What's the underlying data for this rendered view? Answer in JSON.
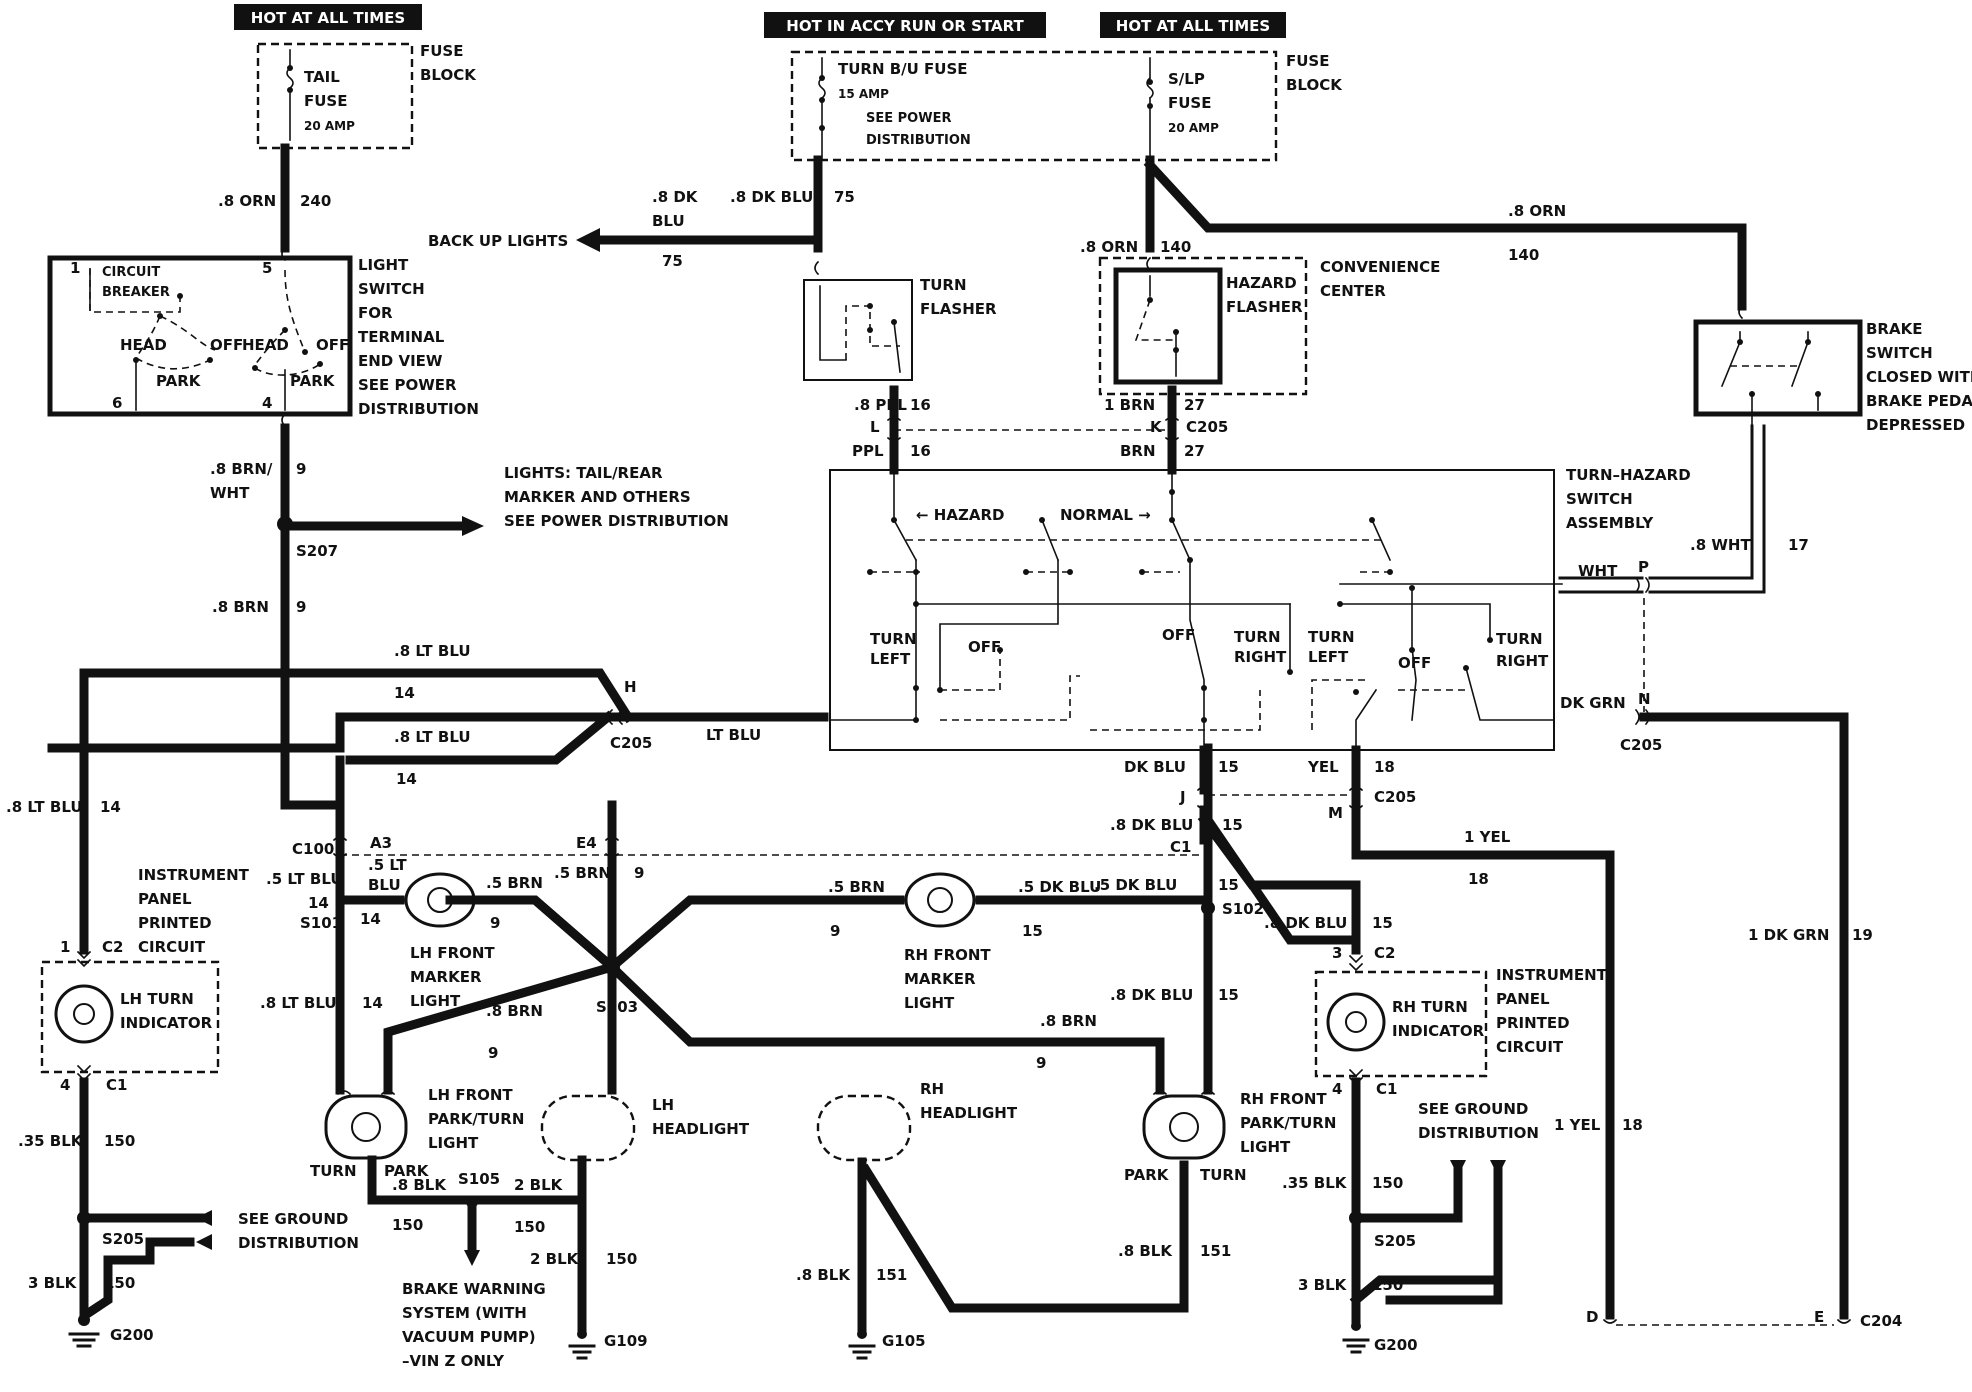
{
  "header_boxes": {
    "hot_left": "HOT AT ALL TIMES",
    "hot_accy": "HOT IN ACCY RUN OR START",
    "hot_right": "HOT AT ALL TIMES"
  },
  "fuse_block_left": {
    "title": [
      "FUSE",
      "BLOCK"
    ],
    "fuse": [
      "TAIL",
      "FUSE",
      "20 AMP"
    ]
  },
  "fuse_block_right": {
    "title": [
      "FUSE",
      "BLOCK"
    ],
    "turn_fuse": [
      "TURN B/U FUSE",
      "15 AMP"
    ],
    "see_power": [
      "SEE POWER",
      "DISTRIBUTION"
    ],
    "slp_fuse": [
      "S/LP",
      "FUSE",
      "20 AMP"
    ]
  },
  "light_switch": {
    "lines": [
      "LIGHT",
      "SWITCH",
      "FOR",
      "TERMINAL",
      "END VIEW",
      "SEE POWER",
      "DISTRIBUTION"
    ],
    "cb": [
      "CIRCUIT",
      "BREAKER"
    ],
    "left": [
      "HEAD",
      "PARK",
      "OFF"
    ],
    "right": [
      "HEAD",
      "OFF",
      "PARK"
    ],
    "pins": [
      "1",
      "5",
      "6",
      "4"
    ]
  },
  "turn_flasher": [
    "TURN",
    "FLASHER"
  ],
  "hazard_flasher": [
    "HAZARD",
    "FLASHER"
  ],
  "convenience_center": [
    "CONVENIENCE",
    "CENTER"
  ],
  "brake_switch": [
    "BRAKE",
    "SWITCH",
    "CLOSED WITH",
    "BRAKE PEDAL",
    "DEPRESSED"
  ],
  "backup_lights": "BACK UP LIGHTS",
  "lights_note": [
    "LIGHTS: TAIL/REAR",
    "MARKER AND OTHERS",
    "SEE POWER DISTRIBUTION"
  ],
  "turn_hazard": {
    "title": [
      "TURN–HAZARD",
      "SWITCH",
      "ASSEMBLY"
    ],
    "hazard": "← HAZARD",
    "normal": "NORMAL →",
    "turn_left_a": [
      "TURN",
      "LEFT"
    ],
    "off_a": "OFF",
    "off_b": "OFF",
    "turn_right_b": [
      "TURN",
      "RIGHT"
    ],
    "turn_left_c": [
      "TURN",
      "LEFT"
    ],
    "off_c": "OFF",
    "turn_right_c": [
      "TURN",
      "RIGHT"
    ]
  },
  "wires": {
    "w240_gauge": ".8 ORN",
    "w240_num": "240",
    "w9_gauge": [
      ".8 BRN/",
      "WHT"
    ],
    "w9_num": "9",
    "w9b_gauge": ".8 BRN",
    "w9b_num": "9",
    "w75a_gauge": [
      ".8 DK",
      "BLU"
    ],
    "w75b_gauge": ".8 DK BLU",
    "w75_num": "75",
    "w75_back": "75",
    "w140a_gauge": ".8 ORN",
    "w140a_num": "140",
    "w140b_gauge": ".8 ORN",
    "w140b_num": "140",
    "w16a_gauge": ".8 PPL",
    "w16a_num": "16",
    "w16b_gauge": "PPL",
    "w16b_num": "16",
    "w27a_gauge": "1 BRN",
    "w27a_num": "27",
    "w27b_gauge": "BRN",
    "w27b_num": "27",
    "w17_gauge": ".8 WHT",
    "w17_num": "17",
    "wht": "WHT",
    "w14a_gauge": ".8 LT BLU",
    "w14a_num": "14",
    "w14b_gauge": ".8 LT BLU",
    "w14b_num": "14",
    "lt_blu": "LT BLU",
    "w14c_gauge": ".8 LT BLU",
    "w14c_num": "14",
    "w14d_gauge": ".5 LT BLU",
    "w14d_num": "14",
    "w14e_gauge": [
      ".5 LT",
      "BLU"
    ],
    "w14e_num": "14",
    "w14f_gauge": ".8 LT BLU",
    "w14f_num": "14",
    "dk_grn": "DK GRN",
    "w15a_gauge": "DK BLU",
    "w15a_num": "15",
    "w18a_gauge": "YEL",
    "w18a_num": "18",
    "w15b_gauge": ".8 DK BLU",
    "w15b_num": "15",
    "w15c_gauge": ".5 DK BLU",
    "w15c_num": "15",
    "w15d_gauge": ".5 DK BLU",
    "w15d_num": "15",
    "w15e_gauge": ".8 DK BLU",
    "w15e_num": "15",
    "w15f_gauge": ".8 DK BLU",
    "w15f_num": "15",
    "w18b_gauge": "1 YEL",
    "w18b_num": "18",
    "w19_gauge": "1 DK GRN",
    "w19_num": "19",
    "w18c_gauge": "1 YEL",
    "w18c_num": "18",
    "w9c_gauge": ".5 BRN",
    "w9c_num": "9",
    "w9d_gauge": ".5 BRN",
    "w9d_num": "9",
    "w9e_gauge": ".5 BRN",
    "w9e_num": "9",
    "w9f_gauge": ".8 BRN",
    "w9f_num": "9",
    "w9g_gauge": ".8 BRN",
    "w9g_num": "9",
    "w150a_gauge": ".35 BLK",
    "w150a_num": "150",
    "w150b_gauge": "3 BLK",
    "w150b_num": "150",
    "w150c_gauge": ".8 BLK",
    "w150c_num": "150",
    "w150d_gauge": "2 BLK",
    "w150d_num": "150",
    "w150e_gauge": "2 BLK",
    "w150e_num": "150",
    "w151a_gauge": ".8 BLK",
    "w151a_num": "151",
    "w151b_gauge": ".8 BLK",
    "w151b_num": "151",
    "w150f_gauge": ".35 BLK",
    "w150f_num": "150",
    "w150g_gauge": "3 BLK",
    "w150g_num": "150"
  },
  "connectors": {
    "h": "H",
    "c205_h": "C205",
    "l": "L",
    "k": "K",
    "c205_top": "C205",
    "p": "P",
    "n": "N",
    "c205_n": "C205",
    "j": "J",
    "c1_j": "C1",
    "m": "M",
    "c205_m": "C205",
    "c100": "C100",
    "a3": "A3",
    "e4": "E4",
    "c2_l": "C2",
    "pin1": "1",
    "c1_l": "C1",
    "pin4_l": "4",
    "c2_r": "C2",
    "pin3": "3",
    "c1_r": "C1",
    "pin4_r": "4",
    "d": "D",
    "e": "E",
    "c204": "C204"
  },
  "splices": {
    "s207": "S207",
    "s101": "S101",
    "s103": "S103",
    "s102": "S102",
    "s105": "S105",
    "s205_l": "S205",
    "s205_r": "S205"
  },
  "grounds": {
    "g200_l": "G200",
    "g109": "G109",
    "g105": "G105",
    "g200_r": "G200"
  },
  "components": {
    "lh_turn_ind": [
      "LH TURN",
      "INDICATOR"
    ],
    "ipc_l": [
      "INSTRUMENT",
      "PANEL",
      "PRINTED",
      "CIRCUIT"
    ],
    "rh_turn_ind": [
      "RH TURN",
      "INDICATOR"
    ],
    "ipc_r": [
      "INSTRUMENT",
      "PANEL",
      "PRINTED",
      "CIRCUIT"
    ],
    "lh_marker": [
      "LH FRONT",
      "MARKER",
      "LIGHT"
    ],
    "rh_marker": [
      "RH FRONT",
      "MARKER",
      "LIGHT"
    ],
    "lh_park": [
      "LH FRONT",
      "PARK/TURN",
      "LIGHT"
    ],
    "rh_park": [
      "RH FRONT",
      "PARK/TURN",
      "LIGHT"
    ],
    "lh_turn_lbl": "TURN",
    "lh_park_lbl": "PARK",
    "rh_park_lbl": "PARK",
    "rh_turn_lbl": "TURN",
    "lh_head": [
      "LH",
      "HEADLIGHT"
    ],
    "rh_head": [
      "RH",
      "HEADLIGHT"
    ],
    "ground_dist_l": [
      "SEE GROUND",
      "DISTRIBUTION"
    ],
    "ground_dist_r": [
      "SEE GROUND",
      "DISTRIBUTION"
    ],
    "brake_warning": [
      "BRAKE WARNING",
      "SYSTEM (WITH",
      "VACUUM PUMP)",
      "–VIN Z ONLY"
    ]
  }
}
